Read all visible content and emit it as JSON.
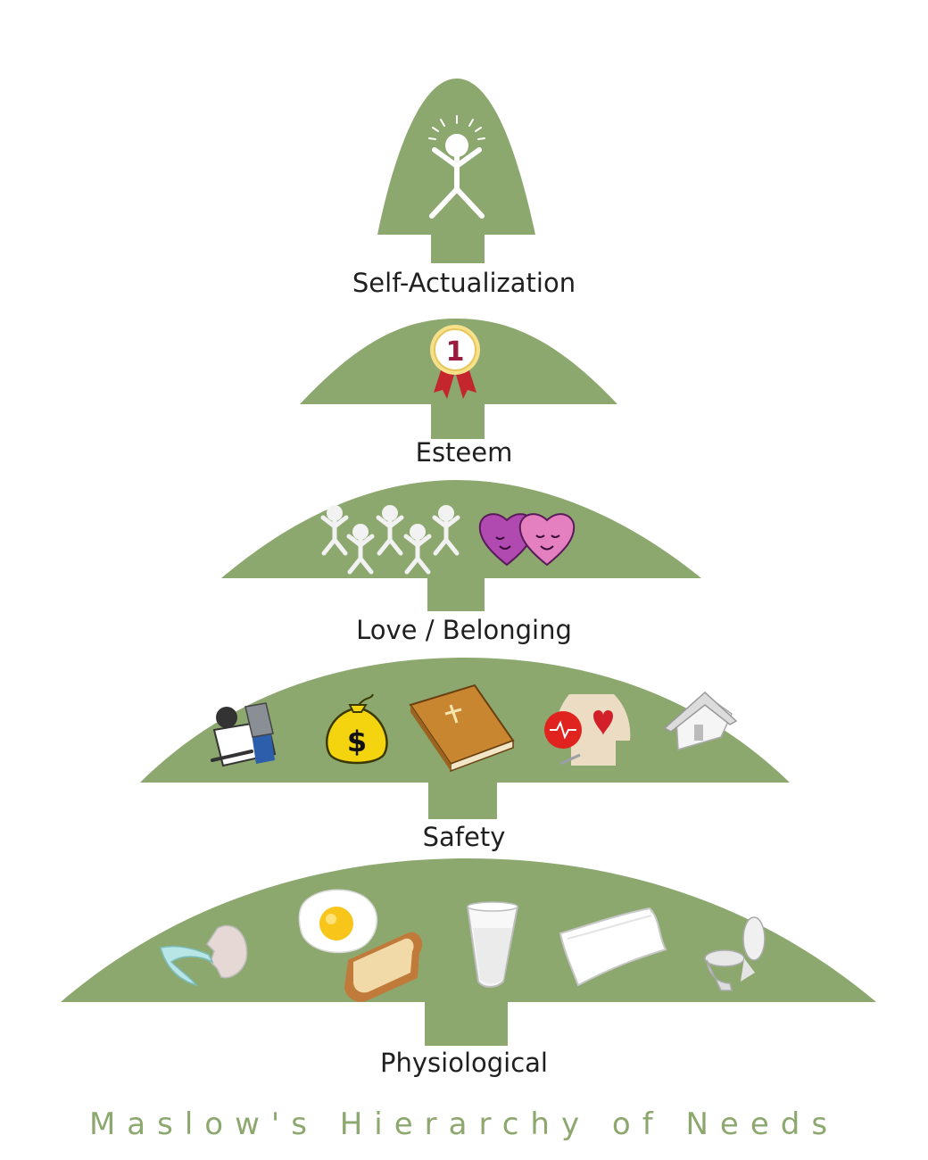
{
  "title": "Maslow's Hierarchy of Needs",
  "colors": {
    "tier_fill": "#8da86f",
    "label_text": "#1f1f1f",
    "title_text": "#8da86f"
  },
  "tiers": [
    {
      "label": "Self-Actualization",
      "icons": [
        "person-with-halo-icon"
      ]
    },
    {
      "label": "Esteem",
      "icons": [
        "first-place-ribbon-icon"
      ]
    },
    {
      "label": "Love / Belonging",
      "icons": [
        "people-group-icon",
        "two-hearts-icon"
      ]
    },
    {
      "label": "Safety",
      "icons": [
        "police-gear-icon",
        "money-bag-icon",
        "bible-book-icon",
        "heart-health-icon",
        "house-icon"
      ]
    },
    {
      "label": "Physiological",
      "icons": [
        "breathing-air-icon",
        "egg-and-toast-icon",
        "glass-of-water-icon",
        "pillow-icon",
        "toilet-icon"
      ]
    }
  ]
}
